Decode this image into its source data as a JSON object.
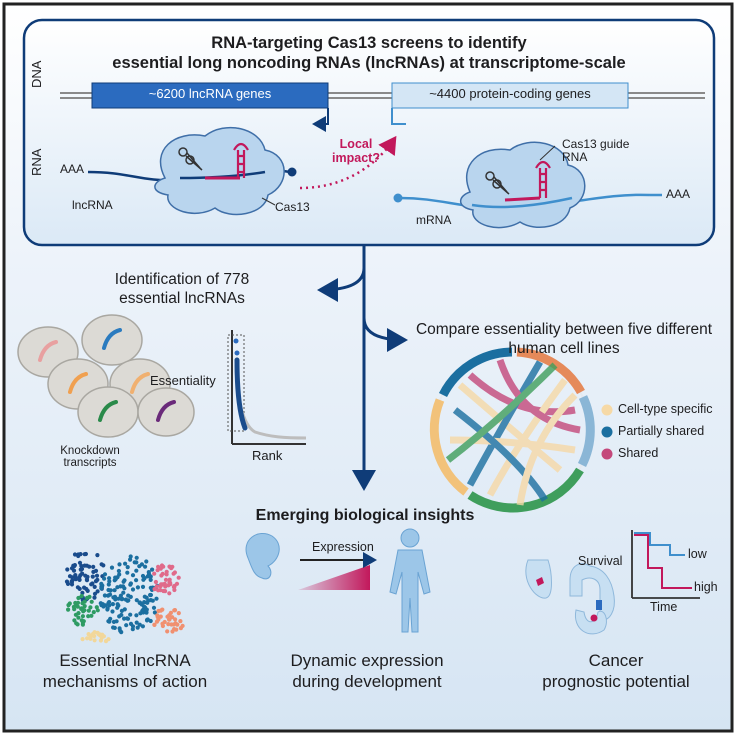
{
  "top": {
    "title_line1": "RNA-targeting Cas13 screens to identify",
    "title_line2": "essential long noncoding RNAs (lncRNAs) at transcriptome-scale",
    "dna_label": "DNA",
    "rna_label": "RNA",
    "lncrna_genes": "~6200 lncRNA genes",
    "protein_genes": "~4400 protein-coding genes",
    "aaa_left": "AAA",
    "aaa_right": "AAA",
    "lncrna": "lncRNA",
    "cas13": "Cas13",
    "local_impact": "Local impact?",
    "guide_rna": "Cas13 guide RNA",
    "mrna": "mRNA"
  },
  "middle": {
    "identification": "Identification of 778 essential lncRNAs",
    "knockdown": "Knockdown transcripts",
    "essentiality": "Essentiality",
    "rank": "Rank",
    "compare": "Compare essentiality between five different human cell lines",
    "legend": [
      {
        "label": "Cell-type specific",
        "color": "#f6d9a6"
      },
      {
        "label": "Partially shared",
        "color": "#1b6fa0"
      },
      {
        "label": "Shared",
        "color": "#c4487b"
      }
    ]
  },
  "bottom": {
    "heading": "Emerging biological insights",
    "expression": "Expression",
    "survival": "Survival",
    "time": "Time",
    "low": "low",
    "high": "high",
    "caption1_line1": "Essential lncRNA",
    "caption1_line2": "mechanisms of action",
    "caption2_line1": "Dynamic expression",
    "caption2_line2": "during development",
    "caption3_line1": "Cancer",
    "caption3_line2": "prognostic potential"
  },
  "colors": {
    "navy": "#0f3c78",
    "light_blue": "#3f8fcd",
    "magenta": "#c2185b",
    "panel_bg": "#e9f2fa"
  }
}
